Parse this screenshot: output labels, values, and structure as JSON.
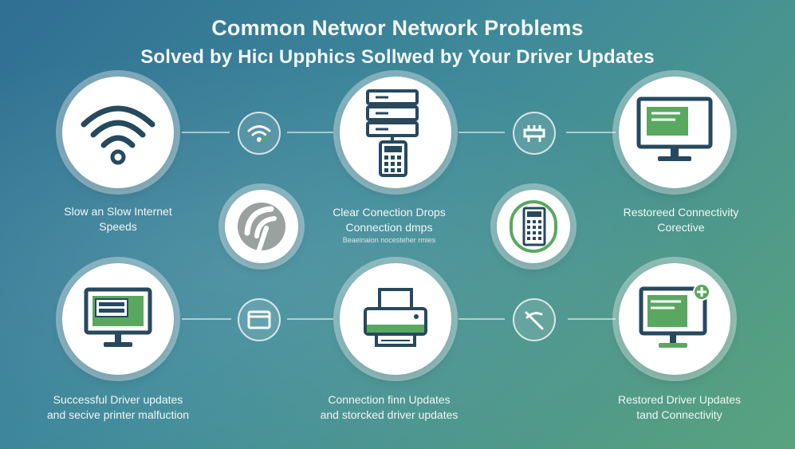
{
  "title_line1": "Common Networ Network Problems",
  "title_line2": "Solved  by Hicı Upphics Sollwed by Your Driver Updates",
  "labels": {
    "slow": [
      "Slow an Slow Internet",
      "Speeds"
    ],
    "drops": [
      "Clear Conection Drops",
      "Connection dmps",
      "Beaeinaion nocesteher rmies"
    ],
    "restored": [
      "Restoreed Connectivity",
      "Corective"
    ],
    "successful": [
      "Successful Driver updates",
      "and secive printer malfuction"
    ],
    "connection": [
      "Connection finn Updates",
      "and storcked driver updates"
    ],
    "restored_driver": [
      "Restored Driver Updates",
      "tand Connectivity"
    ]
  },
  "icons": {
    "r1c1": "wifi-icon",
    "r1c2": "server-calculator-icon",
    "r1c3": "monitor-icon",
    "r1s1": "small-wifi-icon",
    "r1s2": "network-adapter-icon",
    "m1": "broken-signal-icon",
    "m2": "calculator-icon",
    "r2c1": "monitor-icon",
    "r2c2": "printer-icon",
    "r2c3": "monitor-plus-icon",
    "r2s1": "card-icon",
    "r2s2": "no-signal-icon"
  },
  "colors": {
    "accent_dark": "#26495e",
    "accent_green": "#5aa860"
  }
}
